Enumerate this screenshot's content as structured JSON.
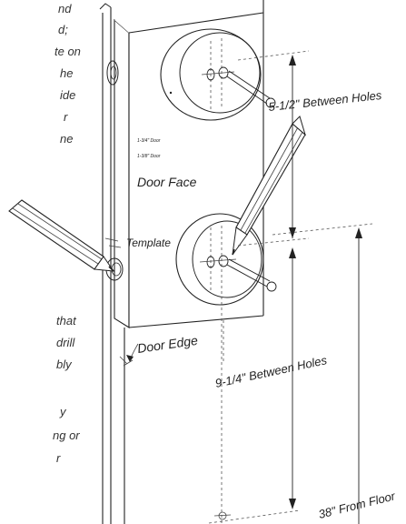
{
  "left_text_fragments": [
    "nd",
    "d;",
    "te on",
    "he",
    "ide",
    "r",
    "ne",
    "that",
    "drill",
    "bly",
    "y",
    "ng or",
    "r"
  ],
  "labels": {
    "between_holes_top": "5-1/2\" Between Holes",
    "door_face": "Door Face",
    "template": "Template",
    "door_edge": "Door Edge",
    "between_holes_bottom": "9-1/4\" Between Holes",
    "from_floor": "38\" From Floor",
    "tiny_line_1": "1-3/4\" Door",
    "tiny_line_2": "1-3/8\" Door"
  }
}
